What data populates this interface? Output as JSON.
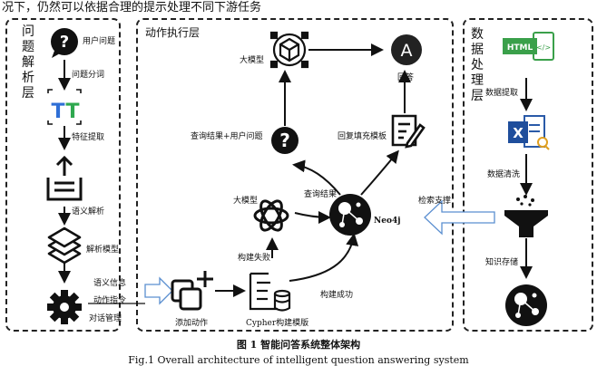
{
  "intro_text": "况下，仍然可以依据合理的提示处理不同下游任务",
  "panels": {
    "question_layer": "问题解析层",
    "action_layer": "动作执行层",
    "data_layer": "数据处理层"
  },
  "left_labels": {
    "user_question": "用户问题",
    "question_split": "问题分词",
    "feature_extract": "特征提取",
    "semantic_parse": "语义解析",
    "parse_model": "解析模型",
    "dialog_manage": "对话管理"
  },
  "middle_labels": {
    "llm_top": "大模型",
    "answer": "回答",
    "query_plus_question": "查询结果+用户问题",
    "answer_template": "回复填充模板",
    "llm_mid": "大模型",
    "query_result": "查询结果",
    "neo4j": "Neo4j",
    "build_fail": "构建失败",
    "build_success": "构建成功",
    "add_action": "添加动作",
    "cypher_template": "Cypher构建模版"
  },
  "arrow_labels": {
    "semantic_info": "语义信息",
    "action_command": "动作指令",
    "retrieval_support": "检索支撑"
  },
  "right_labels": {
    "data_extract": "数据提取",
    "data_clean": "数据清洗",
    "knowledge_store": "知识存储"
  },
  "icons": {
    "html_badge": "HTML",
    "excel_letter": "X",
    "answer_letter": "A",
    "question_mark": "?",
    "token_letter": "T"
  },
  "caption": {
    "cn": "图 1  智能问答系统整体架构",
    "en": "Fig.1  Overall architecture of intelligent question answering system"
  }
}
